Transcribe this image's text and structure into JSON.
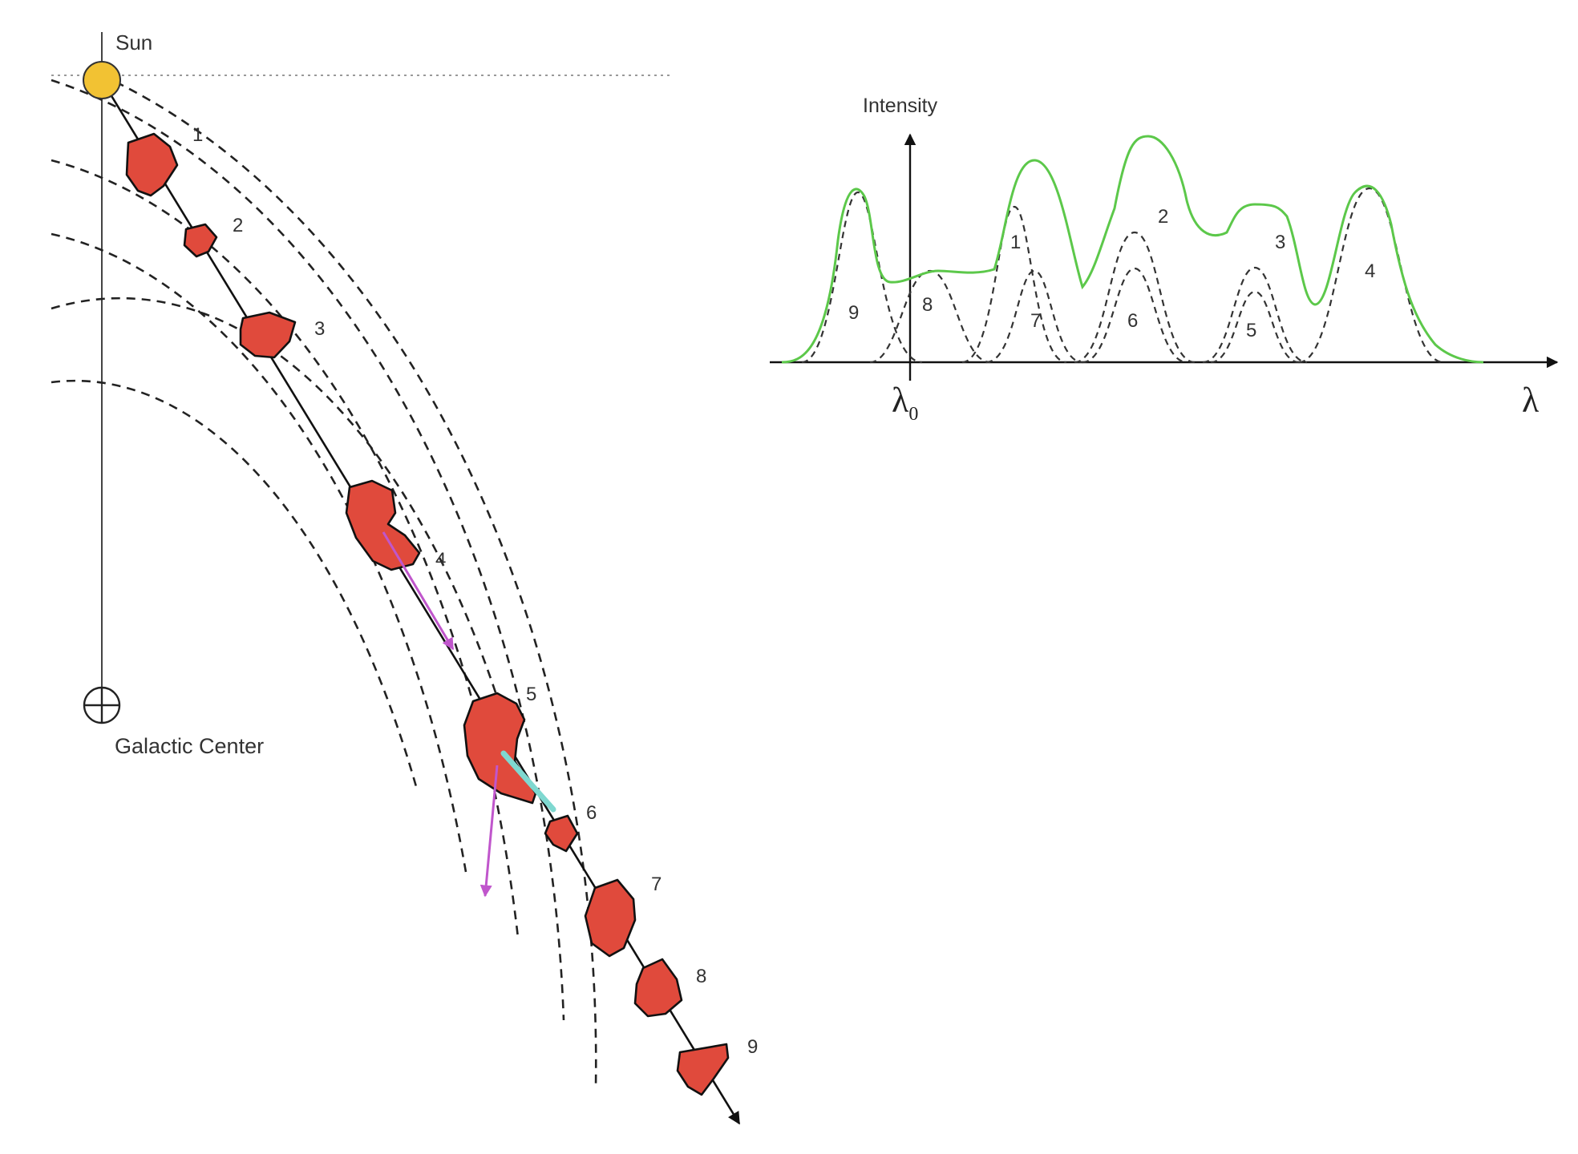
{
  "diagram": {
    "sun_label": "Sun",
    "galactic_center_label": "Galactic Center",
    "clouds": [
      {
        "id": 1,
        "label": "1"
      },
      {
        "id": 2,
        "label": "2"
      },
      {
        "id": 3,
        "label": "3"
      },
      {
        "id": 4,
        "label": "4"
      },
      {
        "id": 5,
        "label": "5"
      },
      {
        "id": 6,
        "label": "6"
      },
      {
        "id": 7,
        "label": "7"
      },
      {
        "id": 8,
        "label": "8"
      },
      {
        "id": 9,
        "label": "9"
      }
    ],
    "colors": {
      "sun": "#f2c233",
      "cloud": "#e04a3c",
      "total_profile": "#5cc84a",
      "velocity_arrow": "#c056cc",
      "rotation_arrow": "#7fd8d0",
      "component_line": "#333333"
    }
  },
  "spectrum": {
    "y_axis_label": "Intensity",
    "x_axis_label": "λ",
    "rest_wavelength_label": "λ",
    "rest_wavelength_subscript": "0",
    "component_labels": [
      "9",
      "8",
      "1",
      "7",
      "2",
      "6",
      "3",
      "5",
      "4"
    ]
  }
}
